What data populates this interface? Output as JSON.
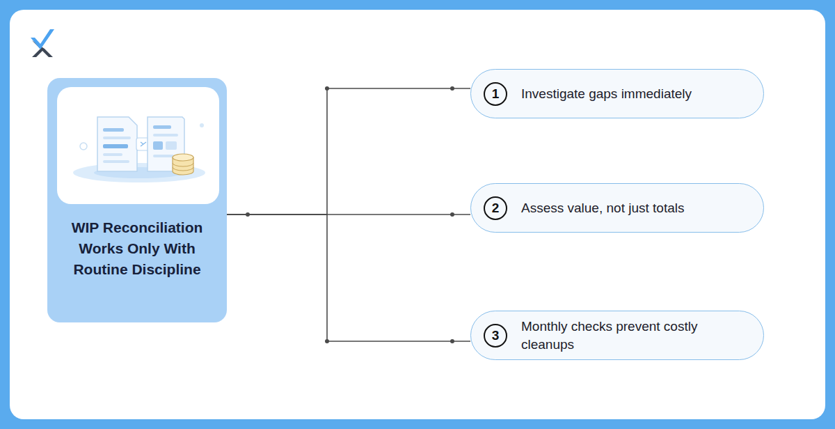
{
  "diagram": {
    "nodes": [
      {
        "text": [
          "WIP Reconciliation Works Only With Routine Discipline"
        ]
      },
      {
        "text": [
          "1",
          "Investigate gaps immediately"
        ]
      },
      {
        "text": [
          "2",
          "Assess value, not just totals"
        ]
      },
      {
        "text": [
          "3",
          "Monthly checks prevent costly cleanups"
        ]
      }
    ],
    "edges": [
      {
        "from": 0,
        "to": 1,
        "arrow": "none"
      },
      {
        "from": 0,
        "to": 2,
        "arrow": "none"
      },
      {
        "from": 0,
        "to": 3,
        "arrow": "none"
      }
    ]
  }
}
